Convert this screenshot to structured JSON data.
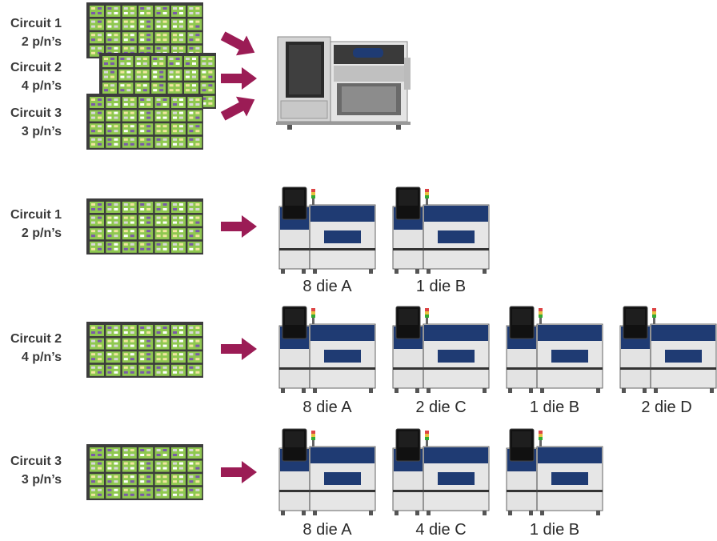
{
  "top": {
    "circuits": [
      {
        "name": "Circuit 1",
        "parts": "2 p/n’s"
      },
      {
        "name": "Circuit 2",
        "parts": "4 p/n’s"
      },
      {
        "name": "Circuit 3",
        "parts": "3 p/n’s"
      }
    ]
  },
  "rows": [
    {
      "name": "Circuit 1",
      "parts": "2 p/n’s",
      "machines": [
        "8 die A",
        "1 die B"
      ]
    },
    {
      "name": "Circuit 2",
      "parts": "4 p/n’s",
      "machines": [
        "8 die A",
        "2 die C",
        "1 die B",
        "2 die D"
      ]
    },
    {
      "name": "Circuit 3",
      "parts": "3 p/n’s",
      "machines": [
        "8 die A",
        "4 die C",
        "1 die B"
      ]
    }
  ],
  "colors": {
    "arrow": "#9b1c55",
    "board": "#8fc850",
    "machine_blue": "#1f3b73"
  }
}
